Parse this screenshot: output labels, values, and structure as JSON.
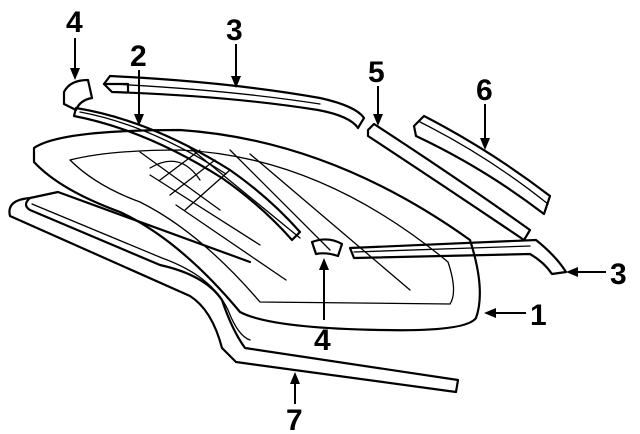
{
  "callouts": [
    {
      "id": "c1",
      "label": "1"
    },
    {
      "id": "c2",
      "label": "2"
    },
    {
      "id": "c3a",
      "label": "3"
    },
    {
      "id": "c3b",
      "label": "3"
    },
    {
      "id": "c4a",
      "label": "4"
    },
    {
      "id": "c4b",
      "label": "4"
    },
    {
      "id": "c5",
      "label": "5"
    },
    {
      "id": "c6",
      "label": "6"
    },
    {
      "id": "c7",
      "label": "7"
    }
  ],
  "colors": {
    "line": "#000000",
    "background": "#ffffff"
  }
}
